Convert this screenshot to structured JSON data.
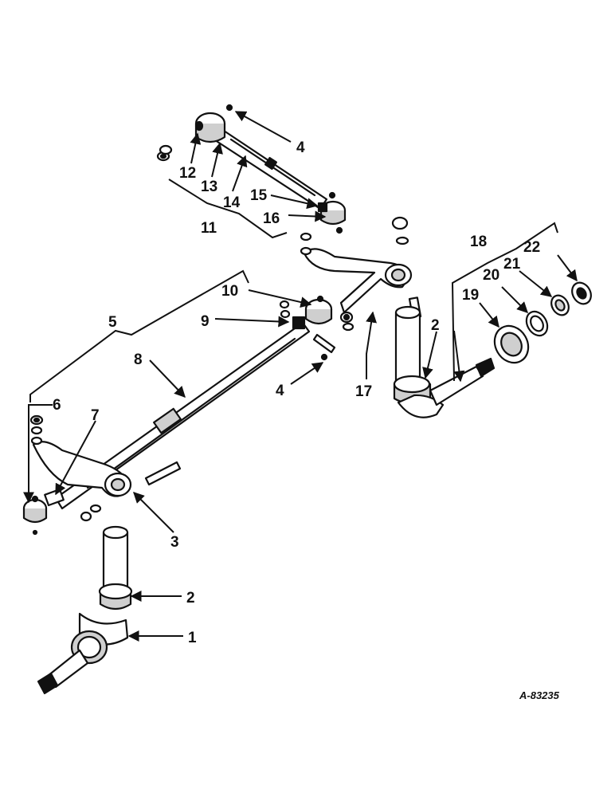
{
  "diagram": {
    "document_number": "A-83235",
    "callouts": {
      "c1": "1",
      "c2a": "2",
      "c2b": "2",
      "c3": "3",
      "c4a": "4",
      "c4b": "4",
      "c5": "5",
      "c6": "6",
      "c7": "7",
      "c8": "8",
      "c9": "9",
      "c10": "10",
      "c11": "11",
      "c12": "12",
      "c13": "13",
      "c14": "14",
      "c15": "15",
      "c16": "16",
      "c17": "17",
      "c18": "18",
      "c19": "19",
      "c20": "20",
      "c21": "21",
      "c22": "22"
    }
  }
}
